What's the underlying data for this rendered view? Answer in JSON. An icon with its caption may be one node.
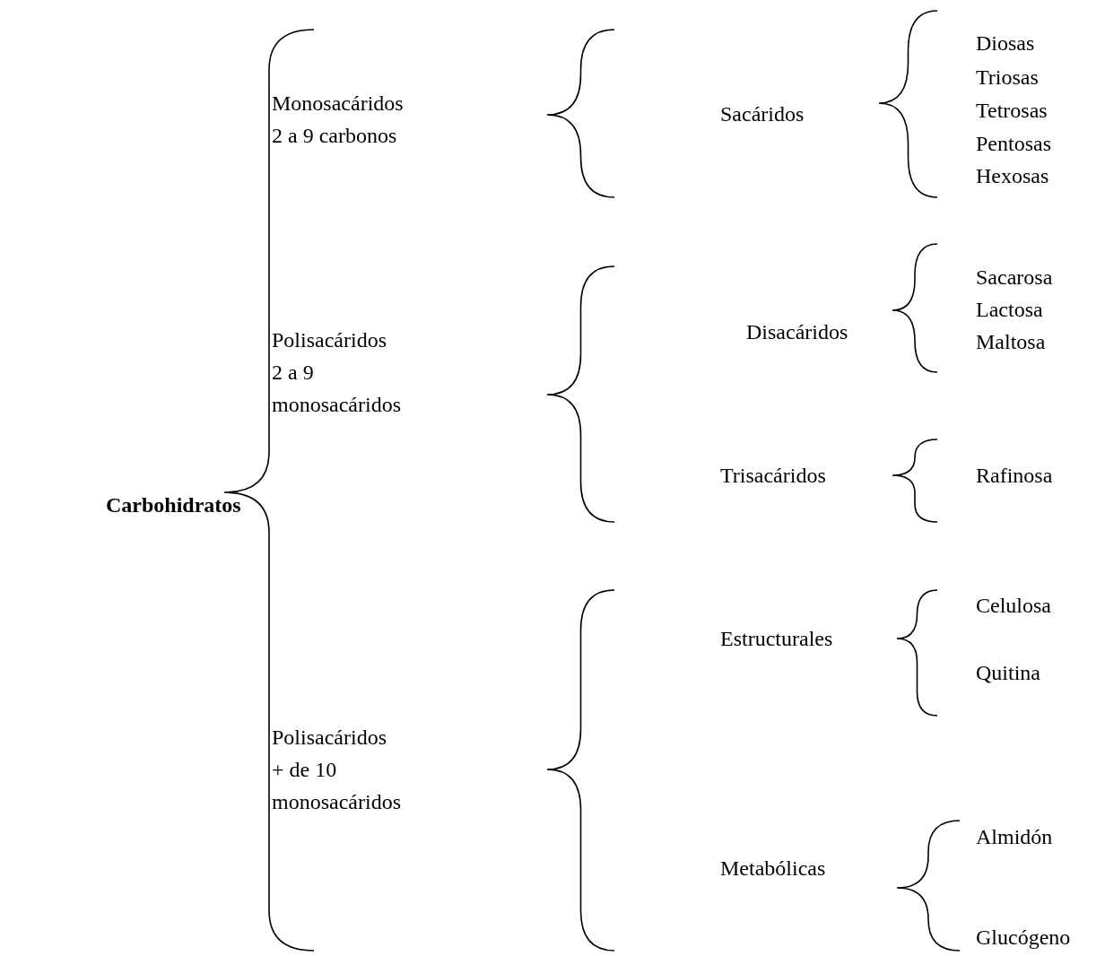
{
  "diagram": {
    "nodes": [
      {
        "text": [
          "Carbohidratos"
        ]
      },
      {
        "text": [
          "Monosacáridos",
          "2 a 9 carbonos"
        ]
      },
      {
        "text": [
          "Polisacáridos",
          "2 a 9 monosacáridos"
        ]
      },
      {
        "text": [
          "Polisacáridos",
          "+ de 10 monosacáridos"
        ]
      },
      {
        "text": [
          "Sacáridos"
        ]
      },
      {
        "text": [
          "Diosas"
        ]
      },
      {
        "text": [
          "Triosas"
        ]
      },
      {
        "text": [
          "Tetrosas"
        ]
      },
      {
        "text": [
          "Pentosas"
        ]
      },
      {
        "text": [
          "Hexosas"
        ]
      },
      {
        "text": [
          "Disacáridos"
        ]
      },
      {
        "text": [
          "Sacarosa"
        ]
      },
      {
        "text": [
          "Lactosa"
        ]
      },
      {
        "text": [
          "Maltosa"
        ]
      },
      {
        "text": [
          "Trisacáridos"
        ]
      },
      {
        "text": [
          "Rafinosa"
        ]
      },
      {
        "text": [
          "Estructurales"
        ]
      },
      {
        "text": [
          "Celulosa"
        ]
      },
      {
        "text": [
          "Quitina"
        ]
      },
      {
        "text": [
          "Metabólicas"
        ]
      },
      {
        "text": [
          "Almidón"
        ]
      },
      {
        "text": [
          "Glucógeno"
        ]
      }
    ]
  }
}
